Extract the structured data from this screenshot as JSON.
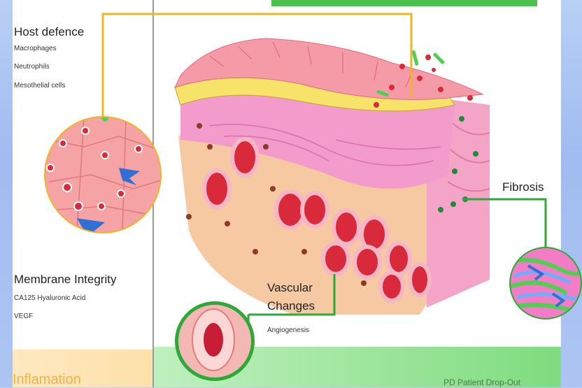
{
  "left_panel": {
    "host_defence": {
      "title": "Host defence",
      "items": [
        "Macrophages",
        "Neutrophils",
        "Mesothelial cells"
      ]
    },
    "membrane_integrity": {
      "title": "Membrane Integrity",
      "items": [
        "CA125 Hyaluronic Acid",
        "VEGF"
      ]
    }
  },
  "labels": {
    "fibrosis": "Fibrosis",
    "vascular_changes_line1": "Vascular",
    "vascular_changes_line2": "Changes",
    "angiogenesis": "Angiogenesis"
  },
  "bands": {
    "left": "Inflamation",
    "right": "PD Patient Drop-Out"
  },
  "colors": {
    "orange_connector": "#f0b428",
    "green_connector": "#2fa83a",
    "band_green": "#7fdc7f",
    "band_orange": "#fde1a8"
  }
}
